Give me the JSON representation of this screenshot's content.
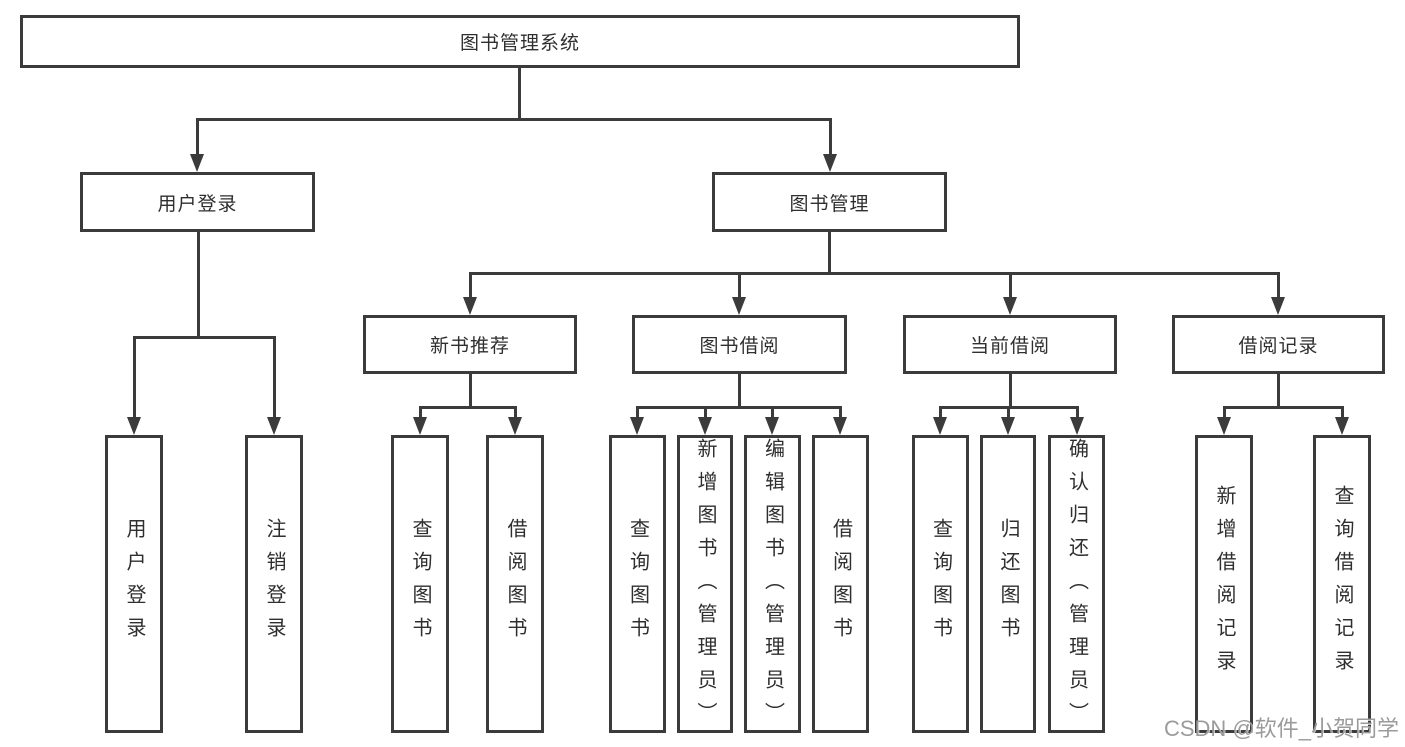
{
  "diagram": {
    "type": "hierarchy-tree",
    "colors": {
      "line": "#3b3b3b",
      "box_border": "#3b3b3b",
      "box_fill": "#ffffff",
      "text": "#2f2f2f",
      "watermark": "#9b9b9b",
      "background": "#ffffff"
    }
  },
  "nodes": {
    "root": {
      "label": "图书管理系统"
    },
    "user_login": {
      "label": "用户登录"
    },
    "book_mgmt": {
      "label": "图书管理"
    },
    "new_book_rec": {
      "label": "新书推荐"
    },
    "book_borrow": {
      "label": "图书借阅"
    },
    "current_borrow": {
      "label": "当前借阅"
    },
    "borrow_record": {
      "label": "借阅记录"
    },
    "leaf_user_login": {
      "label": "用户登录"
    },
    "leaf_logout_login": {
      "label": "注销登录"
    },
    "leaf_nbr_query_book": {
      "label": "查询图书"
    },
    "leaf_nbr_borrow_book": {
      "label": "借阅图书"
    },
    "leaf_bb_query_book": {
      "label": "查询图书"
    },
    "leaf_bb_add_book": {
      "label": "新增图书（管理员）"
    },
    "leaf_bb_edit_book": {
      "label": "编辑图书（管理员）"
    },
    "leaf_bb_borrow_book": {
      "label": "借阅图书"
    },
    "leaf_cb_query_book": {
      "label": "查询图书"
    },
    "leaf_cb_return_book": {
      "label": "归还图书"
    },
    "leaf_cb_confirm_return": {
      "label": "确认归还（管理员）"
    },
    "leaf_br_add_record": {
      "label": "新增借阅记录"
    },
    "leaf_br_query_record": {
      "label": "查询借阅记录"
    }
  },
  "hierarchy": {
    "root": [
      "user_login",
      "book_mgmt"
    ],
    "user_login": [
      "leaf_user_login",
      "leaf_logout_login"
    ],
    "book_mgmt": [
      "new_book_rec",
      "book_borrow",
      "current_borrow",
      "borrow_record"
    ],
    "new_book_rec": [
      "leaf_nbr_query_book",
      "leaf_nbr_borrow_book"
    ],
    "book_borrow": [
      "leaf_bb_query_book",
      "leaf_bb_add_book",
      "leaf_bb_edit_book",
      "leaf_bb_borrow_book"
    ],
    "current_borrow": [
      "leaf_cb_query_book",
      "leaf_cb_return_book",
      "leaf_cb_confirm_return"
    ],
    "borrow_record": [
      "leaf_br_add_record",
      "leaf_br_query_record"
    ]
  },
  "watermark": {
    "text": "CSDN @软件_小贺同学"
  }
}
